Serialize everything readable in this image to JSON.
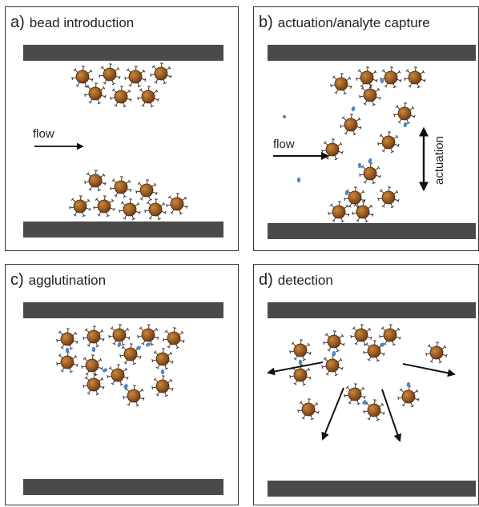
{
  "panels": [
    {
      "letter": "a)",
      "title": "bead introduction",
      "flow_label": "flow"
    },
    {
      "letter": "b)",
      "title": "actuation/analyte capture",
      "flow_label": "flow",
      "actuation_label": "actuation"
    },
    {
      "letter": "c)",
      "title": "agglutination"
    },
    {
      "letter": "d)",
      "title": "detection"
    }
  ],
  "colors": {
    "wall": "#4a4a4a",
    "bead_fill": "#7a3e12",
    "bead_highlight": "#c9893d",
    "antibody": "#333333",
    "analyte": "#4f86c6",
    "arrow": "#111111",
    "border": "#333333"
  }
}
